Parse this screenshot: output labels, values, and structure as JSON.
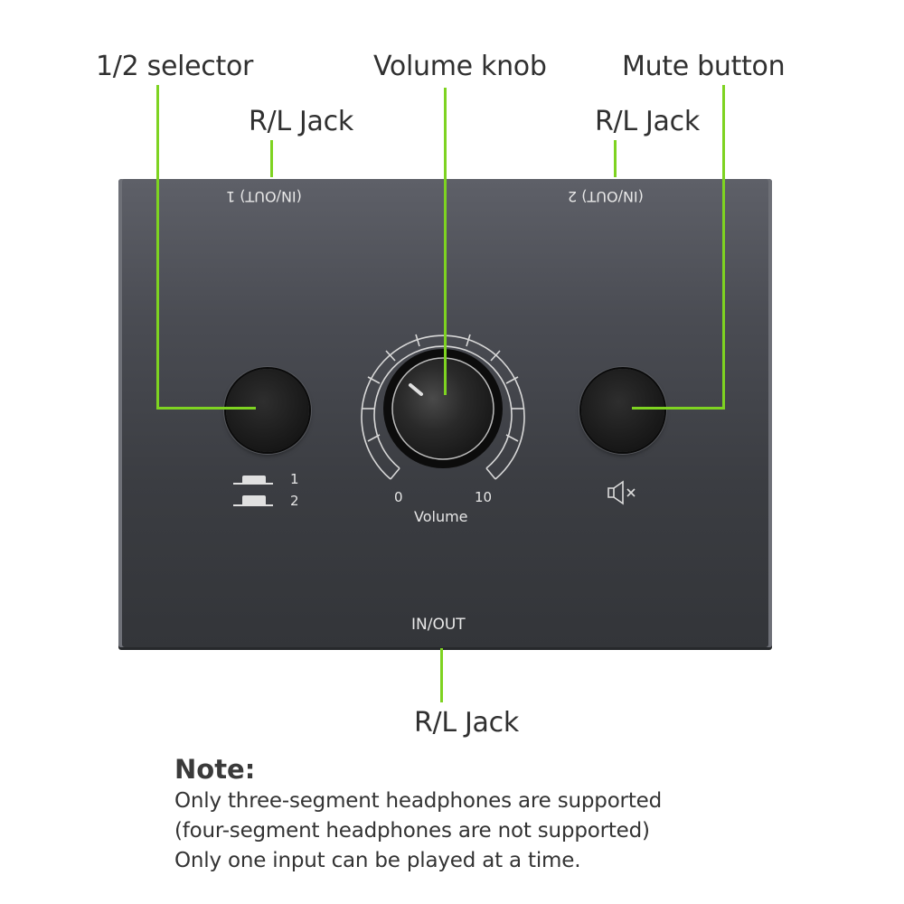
{
  "callouts": {
    "selector": "1/2 selector",
    "volume_knob": "Volume knob",
    "mute_button": "Mute button",
    "jack_1": "R/L Jack",
    "jack_2": "R/L Jack",
    "jack_bottom": "R/L Jack"
  },
  "panel": {
    "top_left_label": "(IN/OUT) 1",
    "top_right_label": "(IN/OUT) 2",
    "bottom_label": "IN/OUT",
    "selector": {
      "option_1": "1",
      "option_2": "2",
      "icon": "switch-position-icon"
    },
    "volume": {
      "min": "0",
      "max": "10",
      "label": "Volume",
      "icon": "volume-dial-icon"
    },
    "mute": {
      "icon": "speaker-mute-icon"
    }
  },
  "note": {
    "title": "Note:",
    "lines": [
      "Only three-segment headphones are supported",
      "(four-segment headphones are not supported)",
      "Only one input can be played at a time."
    ]
  },
  "colors": {
    "leader": "#7ed321",
    "panel_top": "#5e6068",
    "panel_bottom": "#333539"
  }
}
